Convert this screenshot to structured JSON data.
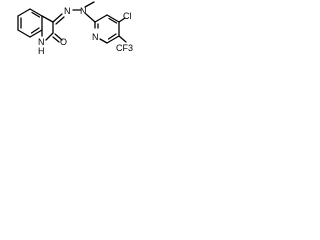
{
  "molecule": {
    "atoms": {
      "nh": "N",
      "h_of_nh": "H",
      "oxygen": "O",
      "hydrazone_n": "N",
      "methyl_n": "N",
      "pyridine_n": "N",
      "chlorine": "Cl",
      "cf3": "CF3"
    },
    "ink_color": "#000000",
    "background_color": "#ffffff"
  }
}
